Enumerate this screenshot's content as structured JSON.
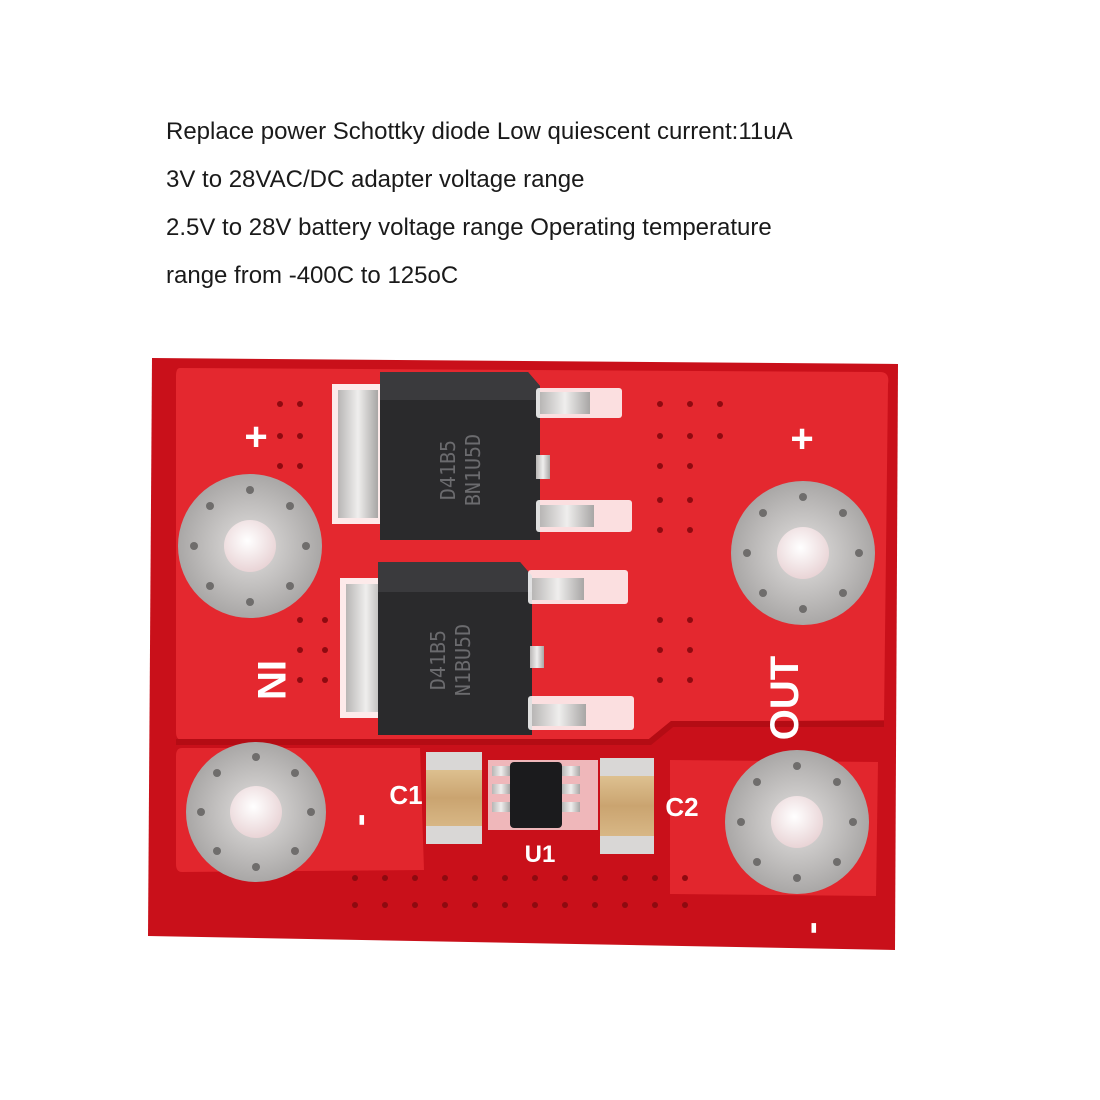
{
  "description_lines": [
    "Replace power Schottky diode Low quiescent current:11uA",
    "3V to 28VAC/DC adapter voltage range",
    "2.5V to 28V battery voltage range Operating temperature",
    "range from -400C to 125oC"
  ],
  "board": {
    "in_plus": "+",
    "in_label": "IN",
    "in_minus": "-",
    "out_plus": "+",
    "out_label": "OUT",
    "out_minus": "-",
    "c1": "C1",
    "c2": "C2",
    "u1": "U1",
    "chip_top_marking_1": "D41B5",
    "chip_top_marking_2": "BN1U5D",
    "chip_bottom_marking_1": "D41B5",
    "chip_bottom_marking_2": "N1BU5D"
  },
  "colors": {
    "pcb": "#d8141e",
    "pcb_trace": "#e63238",
    "pad_silver": "#c9c7c6",
    "mosfet_body": "#2a2a2c"
  }
}
